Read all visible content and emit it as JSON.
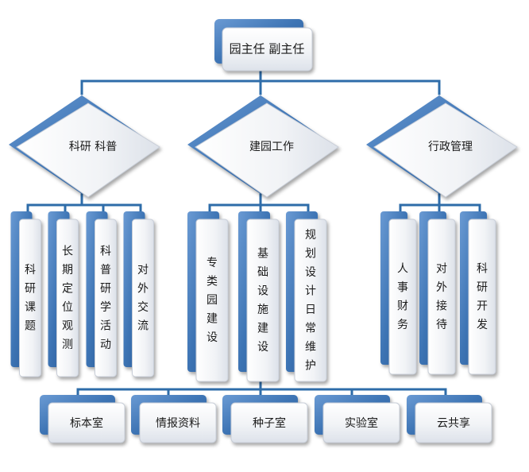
{
  "root": {
    "label": "园主任  副主任"
  },
  "branches": [
    {
      "label": "科研  科普",
      "items": [
        "科研课题",
        "长期定位观测",
        "科普研学活动",
        "对外交流"
      ]
    },
    {
      "label": "建园工作",
      "items": [
        "专类园建设",
        "基础设施建设",
        "规划设计日常维护"
      ]
    },
    {
      "label": "行政管理",
      "items": [
        "人事财务",
        "对外接待",
        "科研开发"
      ]
    }
  ],
  "sub_items": [
    "标本室",
    "情报资料",
    "种子室",
    "实验室",
    "云共享"
  ],
  "colors": {
    "blue": "#3d74b4",
    "blue_dark": "#2a5a96",
    "line": "#2e6ca9",
    "panel_light": "#ffffff",
    "panel_shade": "#dfe3ea"
  }
}
